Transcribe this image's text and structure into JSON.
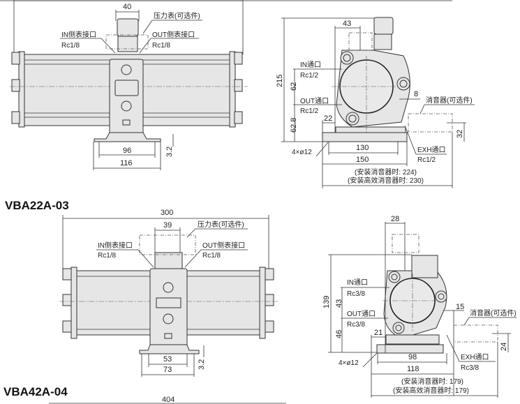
{
  "models": [
    {
      "title": "VBA22A-03",
      "front": {
        "gauge_width": "40",
        "gauge_label": "压力表(可选件)",
        "in_port_label": "IN侧表接口",
        "in_port_size": "Rc1/8",
        "out_port_label": "OUT侧表接口",
        "out_port_size": "Rc1/8",
        "foot_inner": "96",
        "foot_outer": "116",
        "foot_thickness": "3.2"
      },
      "side": {
        "gauge_offset": "43",
        "height": "215",
        "in_label": "IN通口",
        "in_size": "Rc1/2",
        "port_pitch": "62",
        "out_label": "OUT通口",
        "out_size": "Rc1/2",
        "out_height": "62.8",
        "edge_offset": "22",
        "exh_offset": "8",
        "silencer_label": "消音器(可选件)",
        "silencer_height": "32",
        "holes": "4×ø12",
        "hole_pitch": "130",
        "base_width": "150",
        "exh_label": "EXH通口",
        "exh_size": "Rc1/2",
        "with_silencer": "(安装消音器时: 224)",
        "with_hi_silencer": "(安装高效消音器时: 230)"
      }
    },
    {
      "title": "VBA42A-04",
      "front": {
        "length": "300",
        "gauge_width": "39",
        "gauge_label": "压力表(可选件)",
        "in_port_label": "IN侧表接口",
        "in_port_size": "Rc1/8",
        "out_port_label": "OUT侧表接口",
        "out_port_size": "Rc1/8",
        "foot_inner": "53",
        "foot_outer": "73",
        "foot_thickness": "3.2",
        "total_length": "404"
      },
      "side": {
        "gauge_offset": "28",
        "height": "139",
        "in_label": "IN通口",
        "in_size": "Rc3/8",
        "port_pitch": "43",
        "out_label": "OUT通口",
        "out_size": "Rc3/8",
        "out_height": "46",
        "edge_offset": "21",
        "exh_offset": "15",
        "silencer_label": "消音器(可选件)",
        "silencer_height": "24",
        "holes": "4×ø12",
        "hole_pitch": "98",
        "base_width": "118",
        "exh_label": "EXH通口",
        "exh_size": "Rc3/8",
        "with_silencer": "(安装消音器时: 179)",
        "with_hi_silencer": "(安装高效消音器时: 179)"
      }
    }
  ]
}
